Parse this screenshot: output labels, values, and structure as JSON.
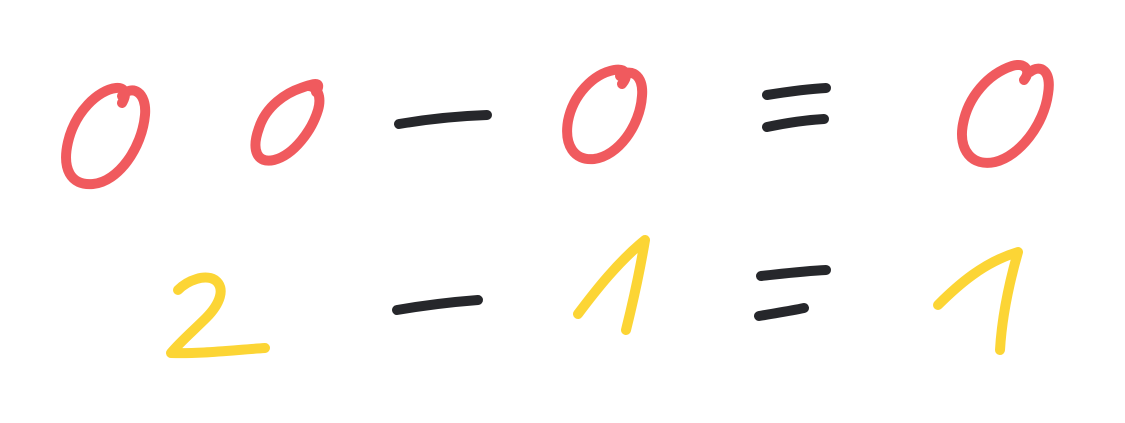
{
  "equations": [
    {
      "text": "00 − 0 = 0",
      "tokens": [
        {
          "glyph": "0",
          "role": "digit"
        },
        {
          "glyph": "0",
          "role": "digit"
        },
        {
          "glyph": "−",
          "role": "operator"
        },
        {
          "glyph": "0",
          "role": "digit"
        },
        {
          "glyph": "=",
          "role": "operator"
        },
        {
          "glyph": "0",
          "role": "digit"
        }
      ]
    },
    {
      "text": "2 − 1 = 1",
      "tokens": [
        {
          "glyph": "2",
          "role": "digit"
        },
        {
          "glyph": "−",
          "role": "operator"
        },
        {
          "glyph": "1",
          "role": "digit"
        },
        {
          "glyph": "=",
          "role": "operator"
        },
        {
          "glyph": "1",
          "role": "digit"
        }
      ]
    }
  ],
  "colors": {
    "row1_digit": "#f05a5e",
    "row2_digit": "#fcd535",
    "operator": "#26272b",
    "background": "#ffffff"
  }
}
